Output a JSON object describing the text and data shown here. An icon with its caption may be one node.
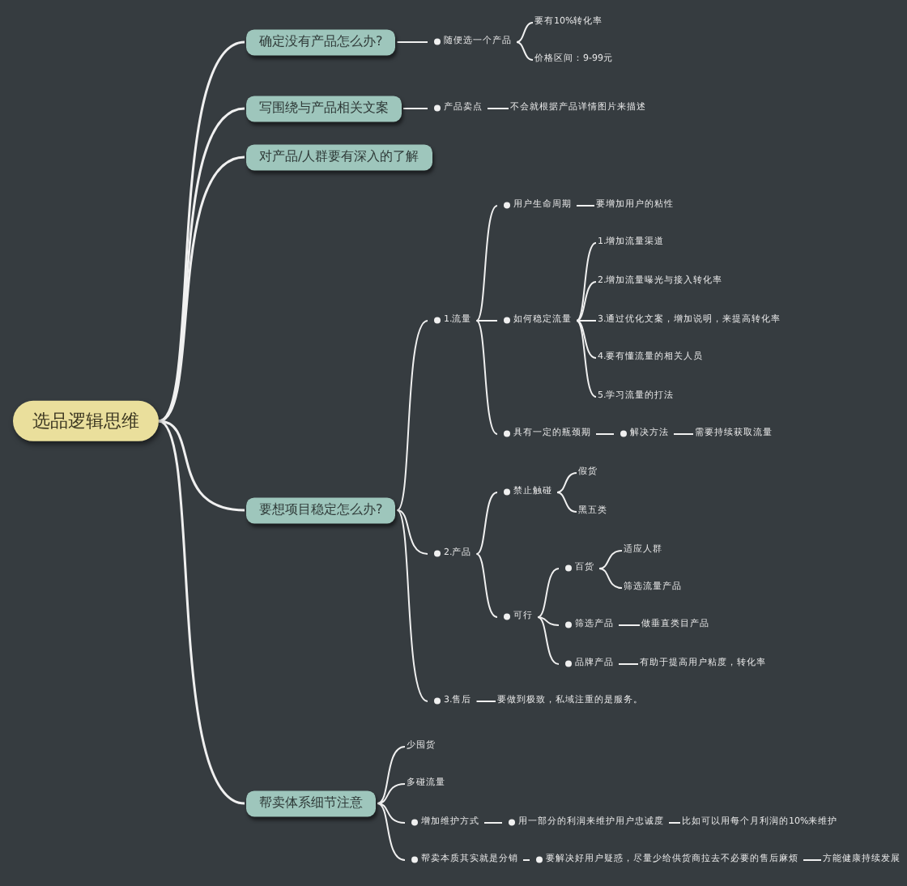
{
  "diagram": {
    "nodes": [
      {
        "text": [
          "选品逻辑思维"
        ]
      },
      {
        "text": [
          "确定没有产品怎么办?"
        ]
      },
      {
        "text": [
          "随便选一个产品"
        ]
      },
      {
        "text": [
          "要有10%转化率"
        ]
      },
      {
        "text": [
          "价格区间：9-99元"
        ]
      },
      {
        "text": [
          "写围绕与产品相关文案"
        ]
      },
      {
        "text": [
          "产品卖点"
        ]
      },
      {
        "text": [
          "不会就根据产品详情图片来描述"
        ]
      },
      {
        "text": [
          "对产品/人群要有深入的了解"
        ]
      },
      {
        "text": [
          "要想项目稳定怎么办?"
        ]
      },
      {
        "text": [
          "1.流量"
        ]
      },
      {
        "text": [
          "用户生命周期"
        ]
      },
      {
        "text": [
          "要增加用户的粘性"
        ]
      },
      {
        "text": [
          "如何稳定流量"
        ]
      },
      {
        "text": [
          "1.增加流量渠道"
        ]
      },
      {
        "text": [
          "2.增加流量曝光与接入转化率"
        ]
      },
      {
        "text": [
          "3.通过优化文案，增加说明，来提高转化率"
        ]
      },
      {
        "text": [
          "4.要有懂流量的相关人员"
        ]
      },
      {
        "text": [
          "5.学习流量的打法"
        ]
      },
      {
        "text": [
          "具有一定的瓶颈期"
        ]
      },
      {
        "text": [
          "解决方法"
        ]
      },
      {
        "text": [
          "需要持续获取流量"
        ]
      },
      {
        "text": [
          "2.产品"
        ]
      },
      {
        "text": [
          "禁止触碰"
        ]
      },
      {
        "text": [
          "假货"
        ]
      },
      {
        "text": [
          "黑五类"
        ]
      },
      {
        "text": [
          "可行"
        ]
      },
      {
        "text": [
          "百货"
        ]
      },
      {
        "text": [
          "适应人群"
        ]
      },
      {
        "text": [
          "筛选流量产品"
        ]
      },
      {
        "text": [
          "筛选产品"
        ]
      },
      {
        "text": [
          "做垂直类目产品"
        ]
      },
      {
        "text": [
          "品牌产品"
        ]
      },
      {
        "text": [
          "有助于提高用户粘度，转化率"
        ]
      },
      {
        "text": [
          "3.售后"
        ]
      },
      {
        "text": [
          "要做到极致，私域注重的是服务。"
        ]
      },
      {
        "text": [
          "帮卖体系细节注意"
        ]
      },
      {
        "text": [
          "少囤货"
        ]
      },
      {
        "text": [
          "多碰流量"
        ]
      },
      {
        "text": [
          "增加维护方式"
        ]
      },
      {
        "text": [
          "用一部分的利润来维护用户忠诚度"
        ]
      },
      {
        "text": [
          "比如可以用每个月利润的10%来维护"
        ]
      },
      {
        "text": [
          "帮卖本质其实就是分销"
        ]
      },
      {
        "text": [
          "要解决好用户疑惑，尽量少给供货商拉去不必要的售后麻烦"
        ]
      },
      {
        "text": [
          "方能健康持续发展"
        ]
      }
    ],
    "edges": [
      {
        "from": 0,
        "to": 1,
        "arrow": "none"
      },
      {
        "from": 1,
        "to": 2,
        "arrow": "none"
      },
      {
        "from": 2,
        "to": 3,
        "arrow": "none"
      },
      {
        "from": 2,
        "to": 4,
        "arrow": "none"
      },
      {
        "from": 0,
        "to": 5,
        "arrow": "none"
      },
      {
        "from": 5,
        "to": 6,
        "arrow": "none"
      },
      {
        "from": 6,
        "to": 7,
        "arrow": "none"
      },
      {
        "from": 0,
        "to": 8,
        "arrow": "none"
      },
      {
        "from": 0,
        "to": 9,
        "arrow": "none"
      },
      {
        "from": 9,
        "to": 10,
        "arrow": "none"
      },
      {
        "from": 10,
        "to": 11,
        "arrow": "none"
      },
      {
        "from": 11,
        "to": 12,
        "arrow": "none"
      },
      {
        "from": 10,
        "to": 13,
        "arrow": "none"
      },
      {
        "from": 13,
        "to": 14,
        "arrow": "none"
      },
      {
        "from": 13,
        "to": 15,
        "arrow": "none"
      },
      {
        "from": 13,
        "to": 16,
        "arrow": "none"
      },
      {
        "from": 13,
        "to": 17,
        "arrow": "none"
      },
      {
        "from": 13,
        "to": 18,
        "arrow": "none"
      },
      {
        "from": 10,
        "to": 19,
        "arrow": "none"
      },
      {
        "from": 19,
        "to": 20,
        "arrow": "none"
      },
      {
        "from": 20,
        "to": 21,
        "arrow": "none"
      },
      {
        "from": 9,
        "to": 22,
        "arrow": "none"
      },
      {
        "from": 22,
        "to": 23,
        "arrow": "none"
      },
      {
        "from": 23,
        "to": 24,
        "arrow": "none"
      },
      {
        "from": 23,
        "to": 25,
        "arrow": "none"
      },
      {
        "from": 22,
        "to": 26,
        "arrow": "none"
      },
      {
        "from": 26,
        "to": 27,
        "arrow": "none"
      },
      {
        "from": 27,
        "to": 28,
        "arrow": "none"
      },
      {
        "from": 27,
        "to": 29,
        "arrow": "none"
      },
      {
        "from": 26,
        "to": 30,
        "arrow": "none"
      },
      {
        "from": 30,
        "to": 31,
        "arrow": "none"
      },
      {
        "from": 26,
        "to": 32,
        "arrow": "none"
      },
      {
        "from": 32,
        "to": 33,
        "arrow": "none"
      },
      {
        "from": 9,
        "to": 34,
        "arrow": "none"
      },
      {
        "from": 34,
        "to": 35,
        "arrow": "none"
      },
      {
        "from": 0,
        "to": 36,
        "arrow": "none"
      },
      {
        "from": 36,
        "to": 37,
        "arrow": "none"
      },
      {
        "from": 36,
        "to": 38,
        "arrow": "none"
      },
      {
        "from": 36,
        "to": 39,
        "arrow": "none"
      },
      {
        "from": 39,
        "to": 40,
        "arrow": "none"
      },
      {
        "from": 40,
        "to": 41,
        "arrow": "none"
      },
      {
        "from": 36,
        "to": 42,
        "arrow": "none"
      },
      {
        "from": 42,
        "to": 43,
        "arrow": "none"
      },
      {
        "from": 43,
        "to": 44,
        "arrow": "none"
      }
    ]
  }
}
